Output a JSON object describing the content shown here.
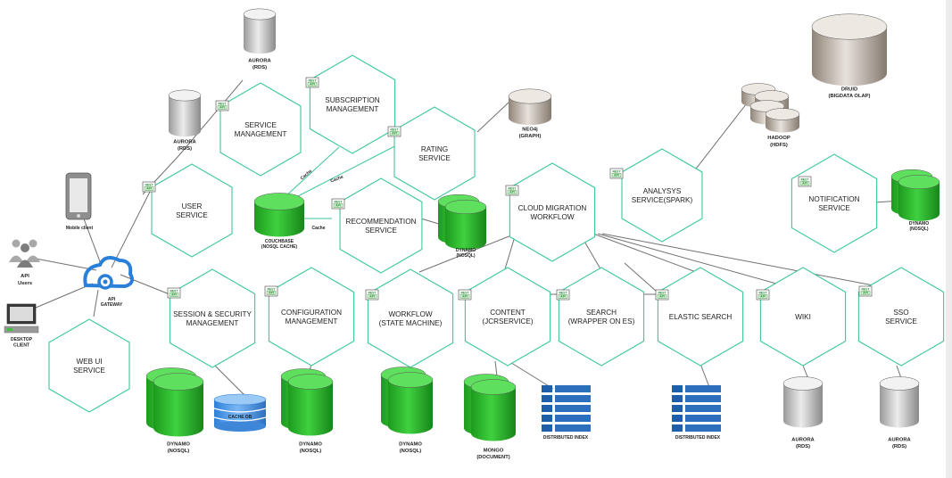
{
  "services": {
    "user": [
      "USER",
      "SERVICE"
    ],
    "service_mgmt": [
      "SERVICE",
      "MANAGEMENT"
    ],
    "subscription": [
      "SUBSCRIPTION",
      "MANAGEMENT"
    ],
    "rating": [
      "RATING",
      "SERVICE"
    ],
    "recommendation": [
      "RECOMMENDATION",
      "SERVICE"
    ],
    "cloud_migration": [
      "CLOUD MIGRATION",
      "WORKFLOW"
    ],
    "analysys": [
      "ANALYSYS",
      "SERVICE(SPARK)"
    ],
    "notification": [
      "NOTIFICATION",
      "SERVICE"
    ],
    "session": [
      "SESSION & SECURITY",
      "MANAGEMENT"
    ],
    "configuration": [
      "CONFIGURATION",
      "MANAGEMENT"
    ],
    "workflow": [
      "WORKFLOW",
      "(STATE MACHINE)"
    ],
    "content": [
      "CONTENT",
      "(JCRSERVICE)"
    ],
    "search": [
      "SEARCH",
      "(WRAPPER ON ES)"
    ],
    "elastic": [
      "ELASTIC SEARCH"
    ],
    "wiki": [
      "WIKI"
    ],
    "sso": [
      "SSO",
      "SERVICE"
    ],
    "webui": [
      "WEB UI",
      "SERVICE"
    ]
  },
  "badge": {
    "line1": "REST",
    "line2": "API"
  },
  "stores": {
    "aurora_top": [
      "AURORA",
      "(RDS)"
    ],
    "aurora_user": [
      "AURORA",
      "(RDS)"
    ],
    "neo4j": [
      "NEO4j",
      "(GRAPH)"
    ],
    "druid": [
      "DRUID",
      "(BIGDATA OLAP)"
    ],
    "hadoop": [
      "HADOOP",
      "(HDFS)"
    ],
    "couchbase": [
      "COUCHBASE",
      "(NOSQL CACHE)"
    ],
    "dynamo_rec": [
      "DYNAMO",
      "(NOSQL)"
    ],
    "dynamo_notif": [
      "DYNAMO",
      "(NOSQL)"
    ],
    "dynamo_session": [
      "DYNAMO",
      "(NOSQL)"
    ],
    "cache_db": [
      "CACHE DB"
    ],
    "dynamo_config": [
      "DYNAMO",
      "(NOSQL)"
    ],
    "dynamo_workflow": [
      "DYNAMO",
      "(NOSQL)"
    ],
    "mongo": [
      "MONGO",
      "(DOCUMENT)"
    ],
    "dist_index_1": [
      "DISTRIBUTED INDEX"
    ],
    "dist_index_2": [
      "DISTRIBUTED INDEX"
    ],
    "aurora_wiki": [
      "AURORA",
      "(RDS)"
    ],
    "aurora_sso": [
      "AURORA",
      "(RDS)"
    ]
  },
  "clients": {
    "mobile": "Mobile client",
    "api_users": [
      "API",
      "Users"
    ],
    "desktop": [
      "DESKTOP",
      "CLIENT"
    ],
    "gateway": [
      "API",
      "GATEWAY"
    ]
  },
  "cache_labels": {
    "c1": "Cache",
    "c2": "Cache",
    "c3": "Cache"
  }
}
